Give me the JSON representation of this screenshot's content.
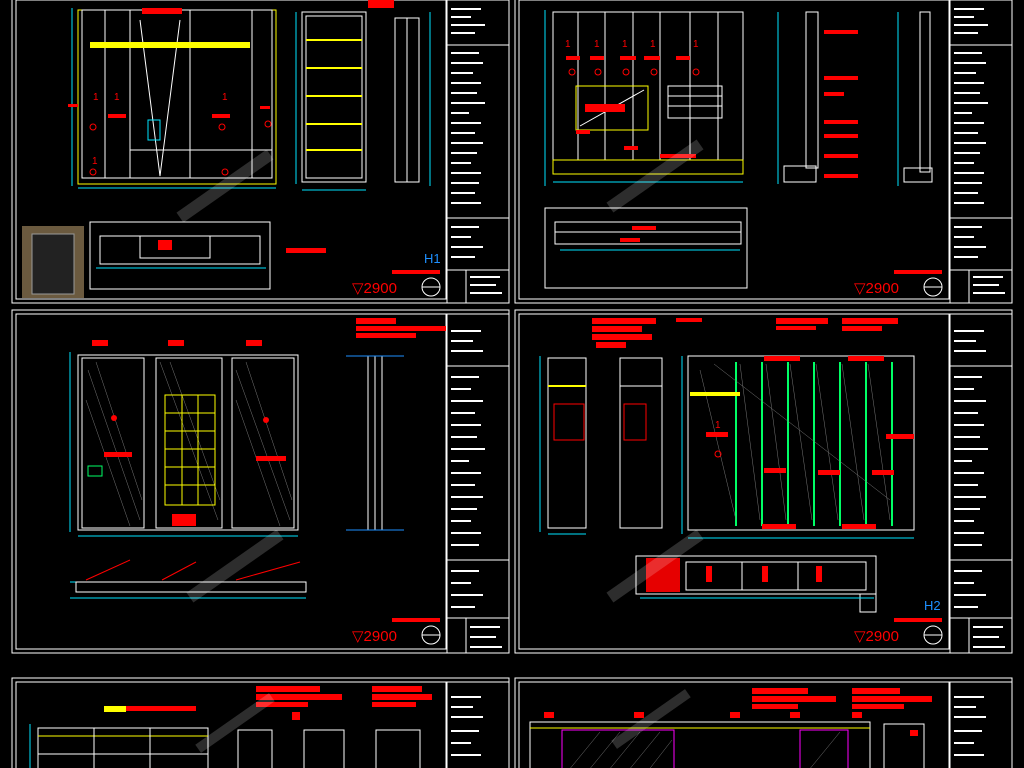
{
  "app": "CAD drawing viewer",
  "colors": {
    "background": "#000000",
    "frame": "#ffffff",
    "cyan": "#00e5ff",
    "red": "#ff0000",
    "yellow": "#ffff00",
    "green": "#00ff66",
    "magenta": "#ff00ff",
    "blue": "#1e90ff",
    "orange": "#ff8c00"
  },
  "sheets": [
    {
      "id": "sheet-1",
      "level_label": "▽2900",
      "tag": "H1"
    },
    {
      "id": "sheet-2",
      "level_label": "▽2900",
      "tag": ""
    },
    {
      "id": "sheet-3",
      "level_label": "▽2900",
      "tag": ""
    },
    {
      "id": "sheet-4",
      "level_label": "▽2900",
      "tag": "H2"
    },
    {
      "id": "sheet-5",
      "level_label": "",
      "tag": ""
    },
    {
      "id": "sheet-6",
      "level_label": "",
      "tag": ""
    }
  ],
  "cabinet_marks": [
    "1",
    "1",
    "1",
    "1",
    "1",
    "1",
    "1",
    "1",
    "1",
    "1"
  ]
}
